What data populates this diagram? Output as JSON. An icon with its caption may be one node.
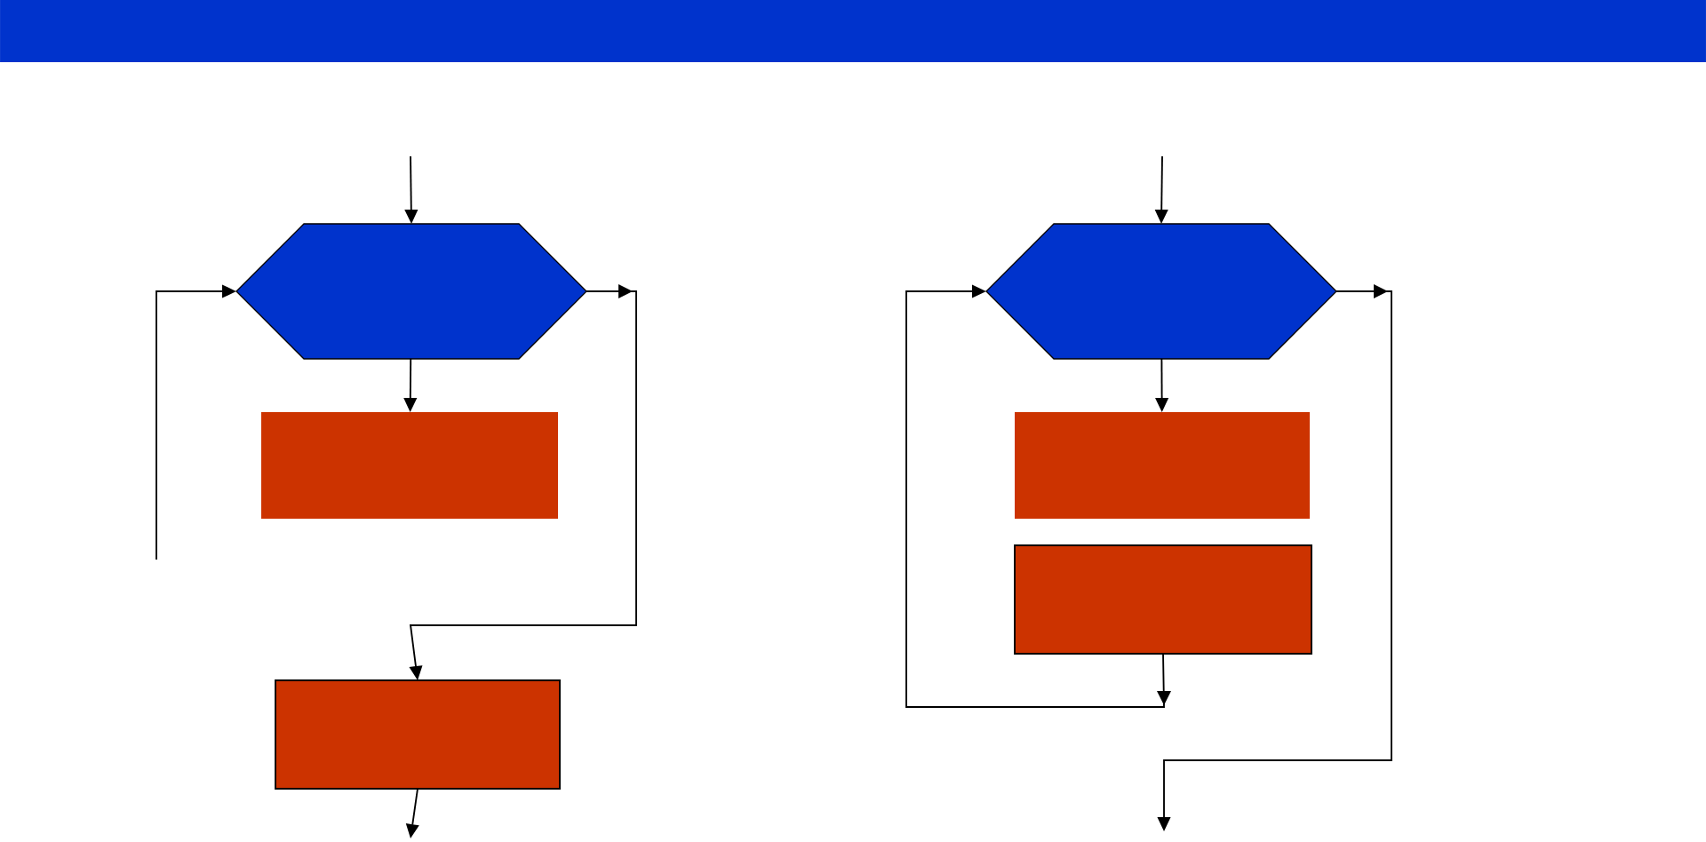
{
  "diagram": {
    "nodes": [
      {
        "text": [],
        "shape": "hexagon"
      },
      {
        "text": [],
        "shape": "box"
      },
      {
        "text": [],
        "shape": "box"
      },
      {
        "text": [],
        "shape": "hexagon"
      },
      {
        "text": [],
        "shape": "box"
      },
      {
        "text": [],
        "shape": "box"
      }
    ],
    "edges": [
      {
        "from": null,
        "to": 0,
        "arrow": "to"
      },
      {
        "from": 0,
        "to": 1,
        "arrow": "to"
      },
      {
        "from": null,
        "to": 0,
        "arrow": "to"
      },
      {
        "from": 0,
        "to": 2,
        "arrow": "to"
      },
      {
        "from": 2,
        "to": null,
        "arrow": "to"
      },
      {
        "from": null,
        "to": 3,
        "arrow": "to"
      },
      {
        "from": 3,
        "to": 4,
        "arrow": "to"
      },
      {
        "from": 5,
        "to": 3,
        "arrow": "to"
      },
      {
        "from": 3,
        "to": null,
        "arrow": "to"
      }
    ]
  }
}
